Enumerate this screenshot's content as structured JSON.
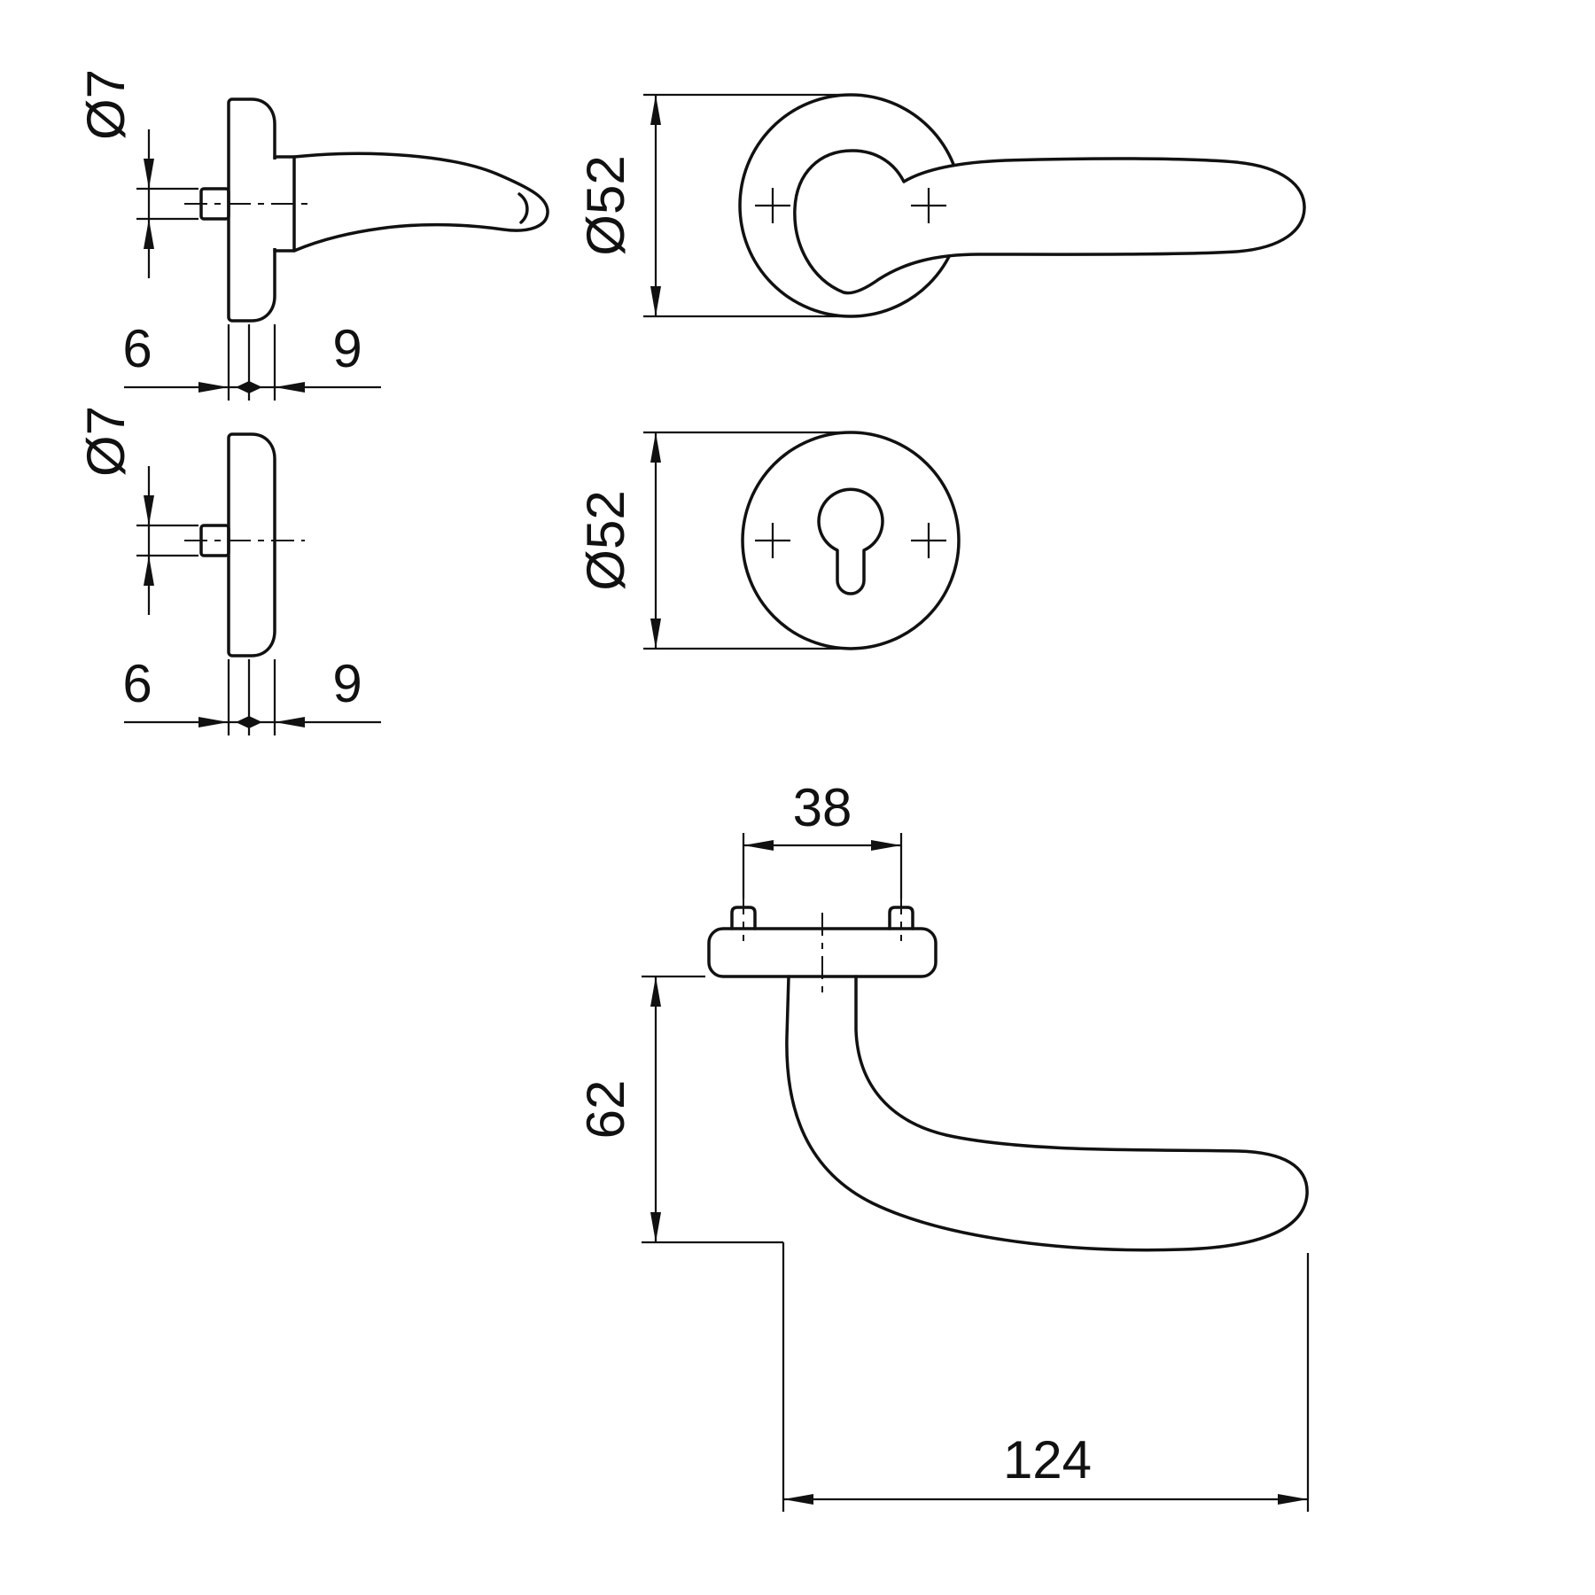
{
  "meta": {
    "type": "technical-drawing",
    "subject": "door lever handle with round roses - dimensioned views",
    "background_color": "#ffffff",
    "line_color": "#111111"
  },
  "views": {
    "handle_side": {
      "name": "lever handle side profile with rose",
      "dims": {
        "spindle": "Ø7",
        "base": "6",
        "cover": "9"
      }
    },
    "escutcheon_side": {
      "name": "key rose side profile",
      "dims": {
        "spindle": "Ø7",
        "base": "6",
        "cover": "9"
      }
    },
    "handle_front": {
      "name": "lever handle front view on round rose",
      "dims": {
        "rose_diameter": "Ø52"
      }
    },
    "escutcheon_front": {
      "name": "key rose front view with euro profile cylinder hole",
      "dims": {
        "rose_diameter": "Ø52"
      }
    },
    "handle_top": {
      "name": "lever handle top view",
      "dims": {
        "screw_spacing": "38",
        "projection": "62",
        "lever_length": "124"
      }
    }
  }
}
